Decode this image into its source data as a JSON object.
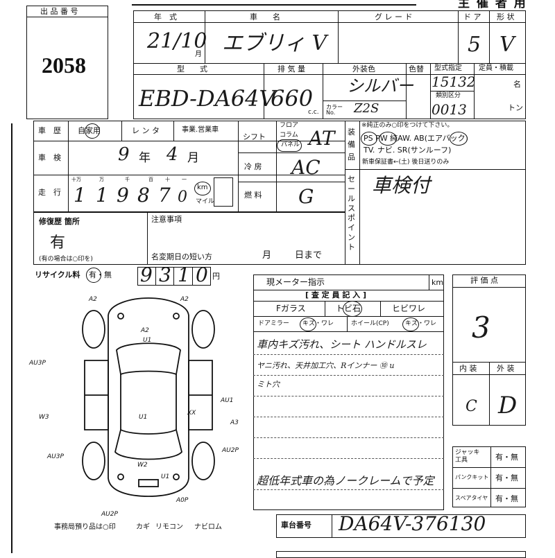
{
  "header": {
    "top_title": "主 催 者 用",
    "lot_label": "出 品 番 号",
    "lot_number": "2058"
  },
  "vehicle": {
    "year_label": "年　式",
    "year_value": "21/10",
    "month_unit": "月",
    "name_label": "車　　名",
    "name_value": "エブリィ V",
    "grade_label": "グ レ ー ド",
    "doors_label": "ド ア",
    "doors_value": "5",
    "body_label": "形 状",
    "body_value": "V",
    "model_label": "型　　式",
    "model_value": "EBD-DA64V",
    "displacement_label": "排 気 量",
    "displacement_value": "660",
    "cc_unit": "c.c.",
    "exterior_label": "外装色",
    "exterior_value": "シルバー",
    "color_no_label": "色替",
    "color_code_label": "カラー No.",
    "color_code_value": "Z2S",
    "type_cert_label": "型式指定",
    "type_cert_value": "15132",
    "class_label": "類別区分",
    "class_value": "0013",
    "capacity_label": "定員・積載",
    "capacity_unit_1": "名",
    "capacity_unit_2": "トン"
  },
  "history": {
    "history_label": "車　歴",
    "history_value": "自家用",
    "rental_label": "レ ン タ",
    "business_label": "事業.営業車",
    "inspection_label": "車　検",
    "inspection_year": "9",
    "inspection_year_unit": "年",
    "inspection_month": "4",
    "inspection_month_unit": "月",
    "mileage_label": "走　行",
    "mileage_digit_labels": [
      "十万",
      "万",
      "千",
      "百",
      "十",
      "一"
    ],
    "mileage_digits": [
      "1",
      "1",
      "9",
      "8",
      "7",
      "0"
    ],
    "km_label": "km",
    "mile_label": "マイル",
    "shift_label": "シフト",
    "shift_options": [
      "フロア",
      "コラム",
      "パネル"
    ],
    "shift_value": "AT",
    "ac_label": "冷 房",
    "ac_value": "AC",
    "fuel_label": "燃 料",
    "fuel_value": "G"
  },
  "equipment": {
    "label": "装 備 品",
    "note_line": "※純正のみ○印をつけて下さい。",
    "line1": "PS PW 純AW. AB(エアバック)",
    "line2": "TV. ナビ. SR(サンルーフ)",
    "line3": "新車保証書←(土) 後日送りのみ",
    "sales_label": "セールスポイント",
    "sales_value": "車検付"
  },
  "repair": {
    "label": "修復歴 箇所",
    "value": "有",
    "note": "(有の場合は○印を)",
    "caution_label": "注意事項",
    "expiry_label": "名変期日の短い方",
    "month_label": "月",
    "day_label": "日まで"
  },
  "recycle": {
    "label": "リサイクル料",
    "options": "有・無",
    "amount_digits": [
      "9",
      "3",
      "1",
      "0"
    ],
    "yen": "円"
  },
  "meter": {
    "label": "現メーター指示",
    "unit": "km"
  },
  "inspector": {
    "label": "[ 査 定 員 記 入 ]",
    "glass_label": "Fガラス",
    "glass_opt1": "トビ石",
    "glass_opt2": "ヒビワレ",
    "mirror_label": "ドアミラー",
    "mirror_opt": "キズ・ワレ",
    "wheel_label": "ホイール(CP)",
    "wheel_opt": "キズ・ワレ",
    "notes": [
      "車内キズ汚れ、シート ハンドルスレ",
      "ヤニ汚れ、天井加工穴、Rインナー ⑩ u",
      "ミト穴"
    ],
    "bottom_note": "超低年式車の為ノークレームで予定"
  },
  "rating": {
    "label": "評 価 点",
    "score": "3",
    "interior_label": "内 装",
    "exterior_label": "外 装",
    "interior_grade": "C",
    "exterior_grade": "D"
  },
  "accessories": {
    "jack_label": "ジャッキ工具",
    "puncture_label": "パンクキット",
    "spare_label": "スペアタイヤ",
    "options": "有・無"
  },
  "diagram": {
    "marks": [
      "A2",
      "A2",
      "A2",
      "U1",
      "AU3P",
      "AU1",
      "W3",
      "U1",
      "XX",
      "A3",
      "AU2P",
      "AU3P",
      "W2",
      "AU2P",
      "A0P",
      "U1"
    ],
    "office_note": "事務局預り品は○印",
    "keys_label": "カギ",
    "remote_label": "リモコン",
    "navi_label": "ナビロム"
  },
  "chassis": {
    "label": "車台番号",
    "value": "DA64V-376130"
  }
}
